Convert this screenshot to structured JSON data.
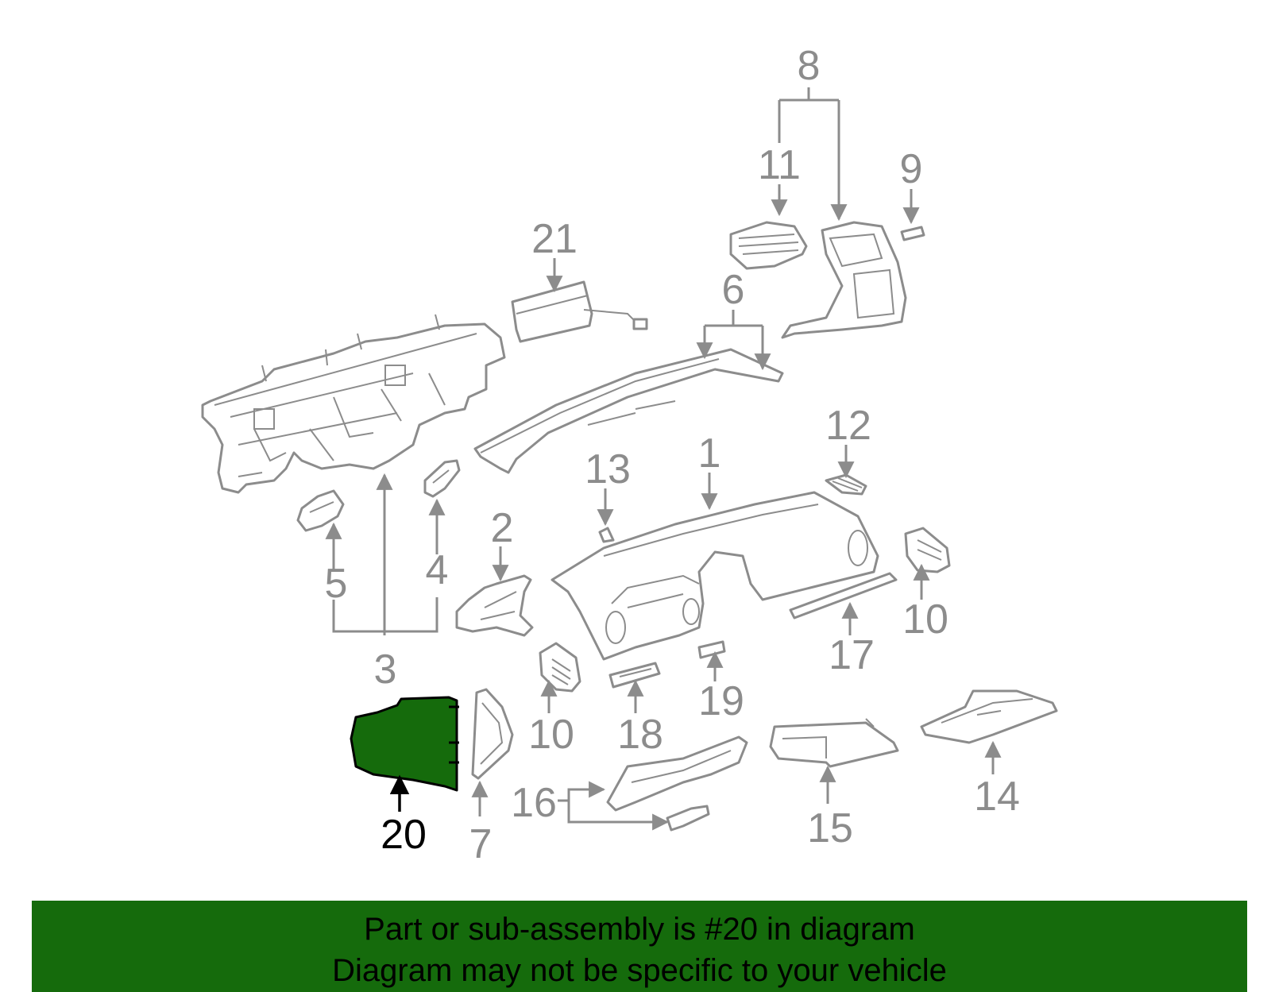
{
  "colors": {
    "part_stroke": "#8c8c8c",
    "highlight_fill": "#156b0c",
    "banner_bg": "#156b0c",
    "highlight_text": "#000000"
  },
  "highlighted_part": "20",
  "callouts": {
    "c1": "1",
    "c2": "2",
    "c3": "3",
    "c4": "4",
    "c5": "5",
    "c6": "6",
    "c7": "7",
    "c8": "8",
    "c9": "9",
    "c10a": "10",
    "c10b": "10",
    "c11": "11",
    "c12": "12",
    "c13": "13",
    "c14": "14",
    "c15": "15",
    "c16": "16",
    "c17": "17",
    "c18": "18",
    "c19": "19",
    "c20": "20",
    "c21": "21"
  },
  "banner": {
    "line1": "Part or sub-assembly is #20 in diagram",
    "line2": "Diagram may not be specific to your vehicle"
  }
}
